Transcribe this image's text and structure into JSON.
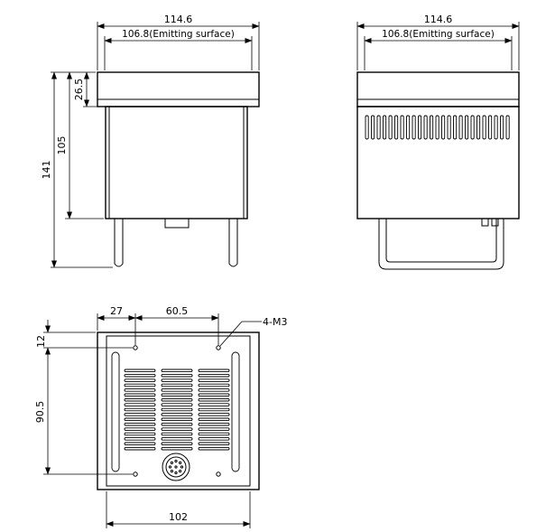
{
  "colors": {
    "line": "#000000",
    "background": "#ffffff"
  },
  "front_view": {
    "width_overall": "114.6",
    "width_emitting": "106.8(Emitting surface)",
    "cap_height": "26.5",
    "body_height": "105",
    "total_height": "141"
  },
  "side_view": {
    "width_overall": "114.6",
    "width_emitting": "106.8(Emitting surface)"
  },
  "bottom_view": {
    "hole_offset_x": "27",
    "hole_pitch_x": "60.5",
    "hole_callout": "4-M3",
    "hole_offset_y": "12",
    "hole_pitch_y": "90.5",
    "base_width": "102"
  }
}
